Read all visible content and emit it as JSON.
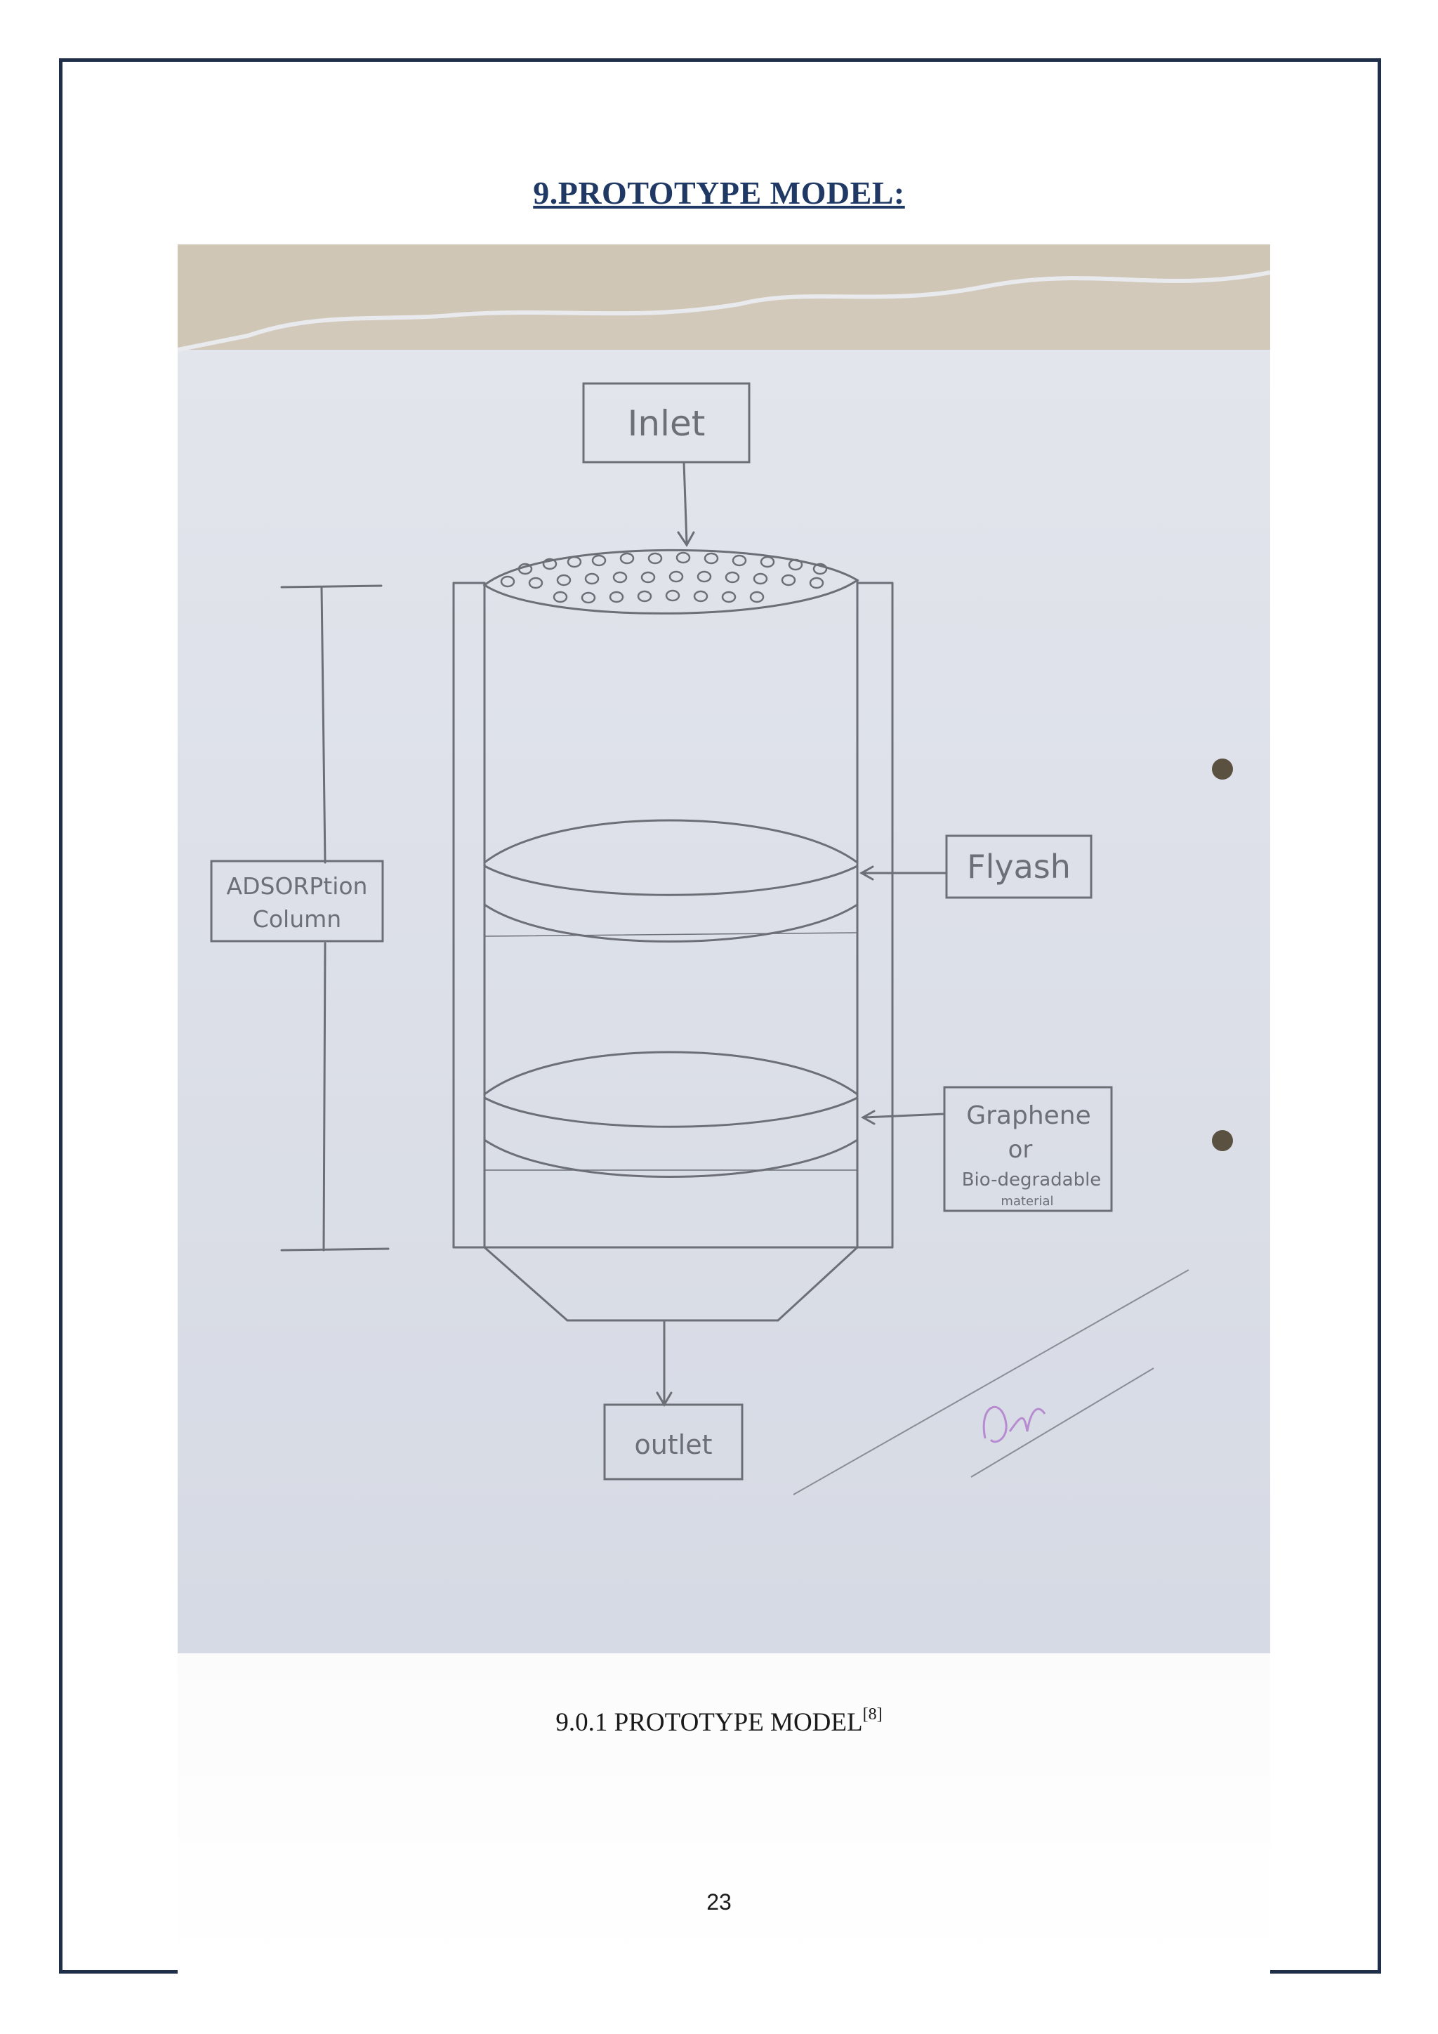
{
  "page": {
    "title": "9.PROTOTYPE MODEL:",
    "caption": {
      "text": "9.0.1 PROTOTYPE  MODEL",
      "reference": "[8]"
    },
    "page_number": "23"
  },
  "sketch": {
    "labels": {
      "inlet": "Inlet",
      "outlet": "outlet",
      "adsorption_line1": "ADSORPtion",
      "adsorption_line2": "Column",
      "flyash": "Flyash",
      "graphene_line1": "Graphene",
      "graphene_line2": "or",
      "graphene_line3": "Bio-degradable",
      "graphene_line4": "material"
    }
  },
  "colors": {
    "title": "#1f3864",
    "border": "#1f2f4a",
    "pencil": "#6d6f77",
    "signature": "#b78bd0"
  }
}
